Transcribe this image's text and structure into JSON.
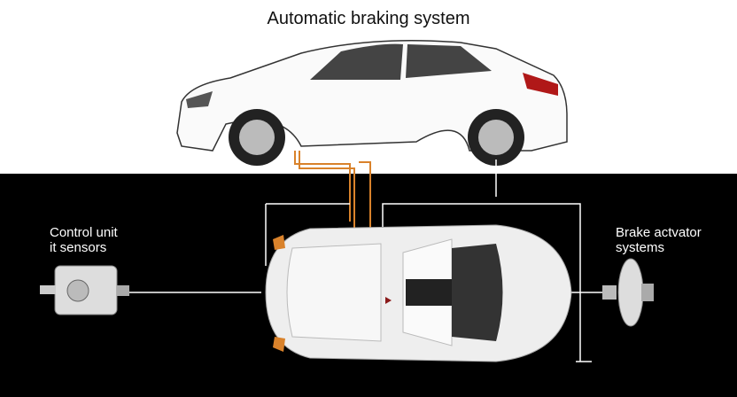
{
  "title": "Automatic braking system",
  "labels": {
    "control_unit_line1": "Control unit",
    "control_unit_line2": "it sensors",
    "brake_line1": "Brake actvator",
    "brake_line2": "systems"
  },
  "colors": {
    "wire_orange": "#d9822b",
    "background_top": "#ffffff",
    "background_bottom": "#000000"
  }
}
